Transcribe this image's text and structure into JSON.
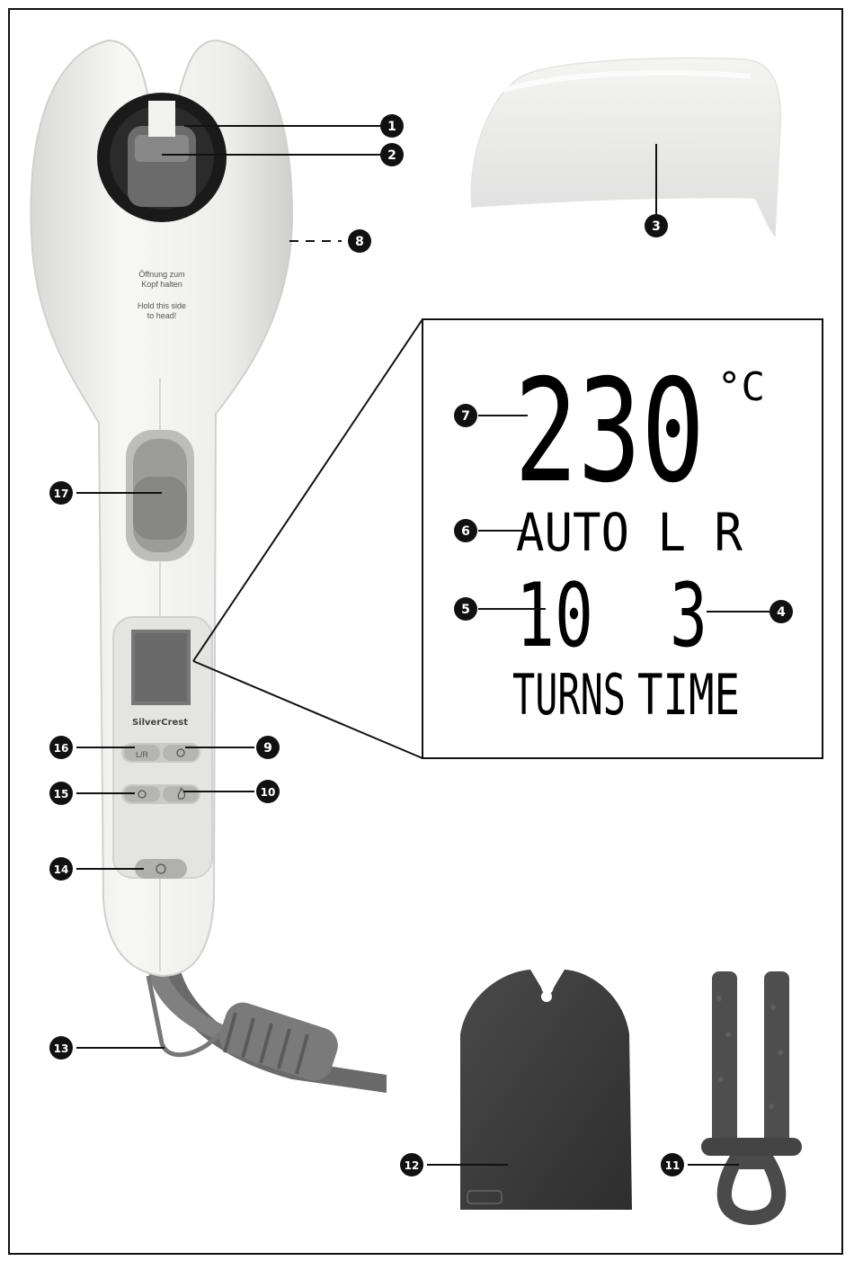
{
  "callouts": [
    {
      "id": "c1",
      "label": "1"
    },
    {
      "id": "c2",
      "label": "2"
    },
    {
      "id": "c3",
      "label": "3"
    },
    {
      "id": "c4",
      "label": "4"
    },
    {
      "id": "c5",
      "label": "5"
    },
    {
      "id": "c6",
      "label": "6"
    },
    {
      "id": "c7",
      "label": "7"
    },
    {
      "id": "c8",
      "label": "8"
    },
    {
      "id": "c9",
      "label": "9"
    },
    {
      "id": "c10",
      "label": "10"
    },
    {
      "id": "c11",
      "label": "11"
    },
    {
      "id": "c12",
      "label": "12"
    },
    {
      "id": "c13",
      "label": "13"
    },
    {
      "id": "c14",
      "label": "14"
    },
    {
      "id": "c15",
      "label": "15"
    },
    {
      "id": "c16",
      "label": "16"
    },
    {
      "id": "c17",
      "label": "17"
    }
  ],
  "display": {
    "temperature": "230",
    "unit": "°C",
    "mode_line": "AUTO L R",
    "turns_value": "10",
    "time_value": "3",
    "turns_label": "TURNS",
    "time_label": "TIME"
  },
  "device": {
    "head_text_de_1": "Öffnung zum",
    "head_text_de_2": "Kopf halten",
    "head_text_en_1": "Hold this side",
    "head_text_en_2": "to head!",
    "brand": "SilverCrest"
  },
  "colors": {
    "body": "#efefed",
    "shadow": "#c9c9c7",
    "dark_part": "#3a3a3a",
    "callout_fill": "#111111"
  }
}
